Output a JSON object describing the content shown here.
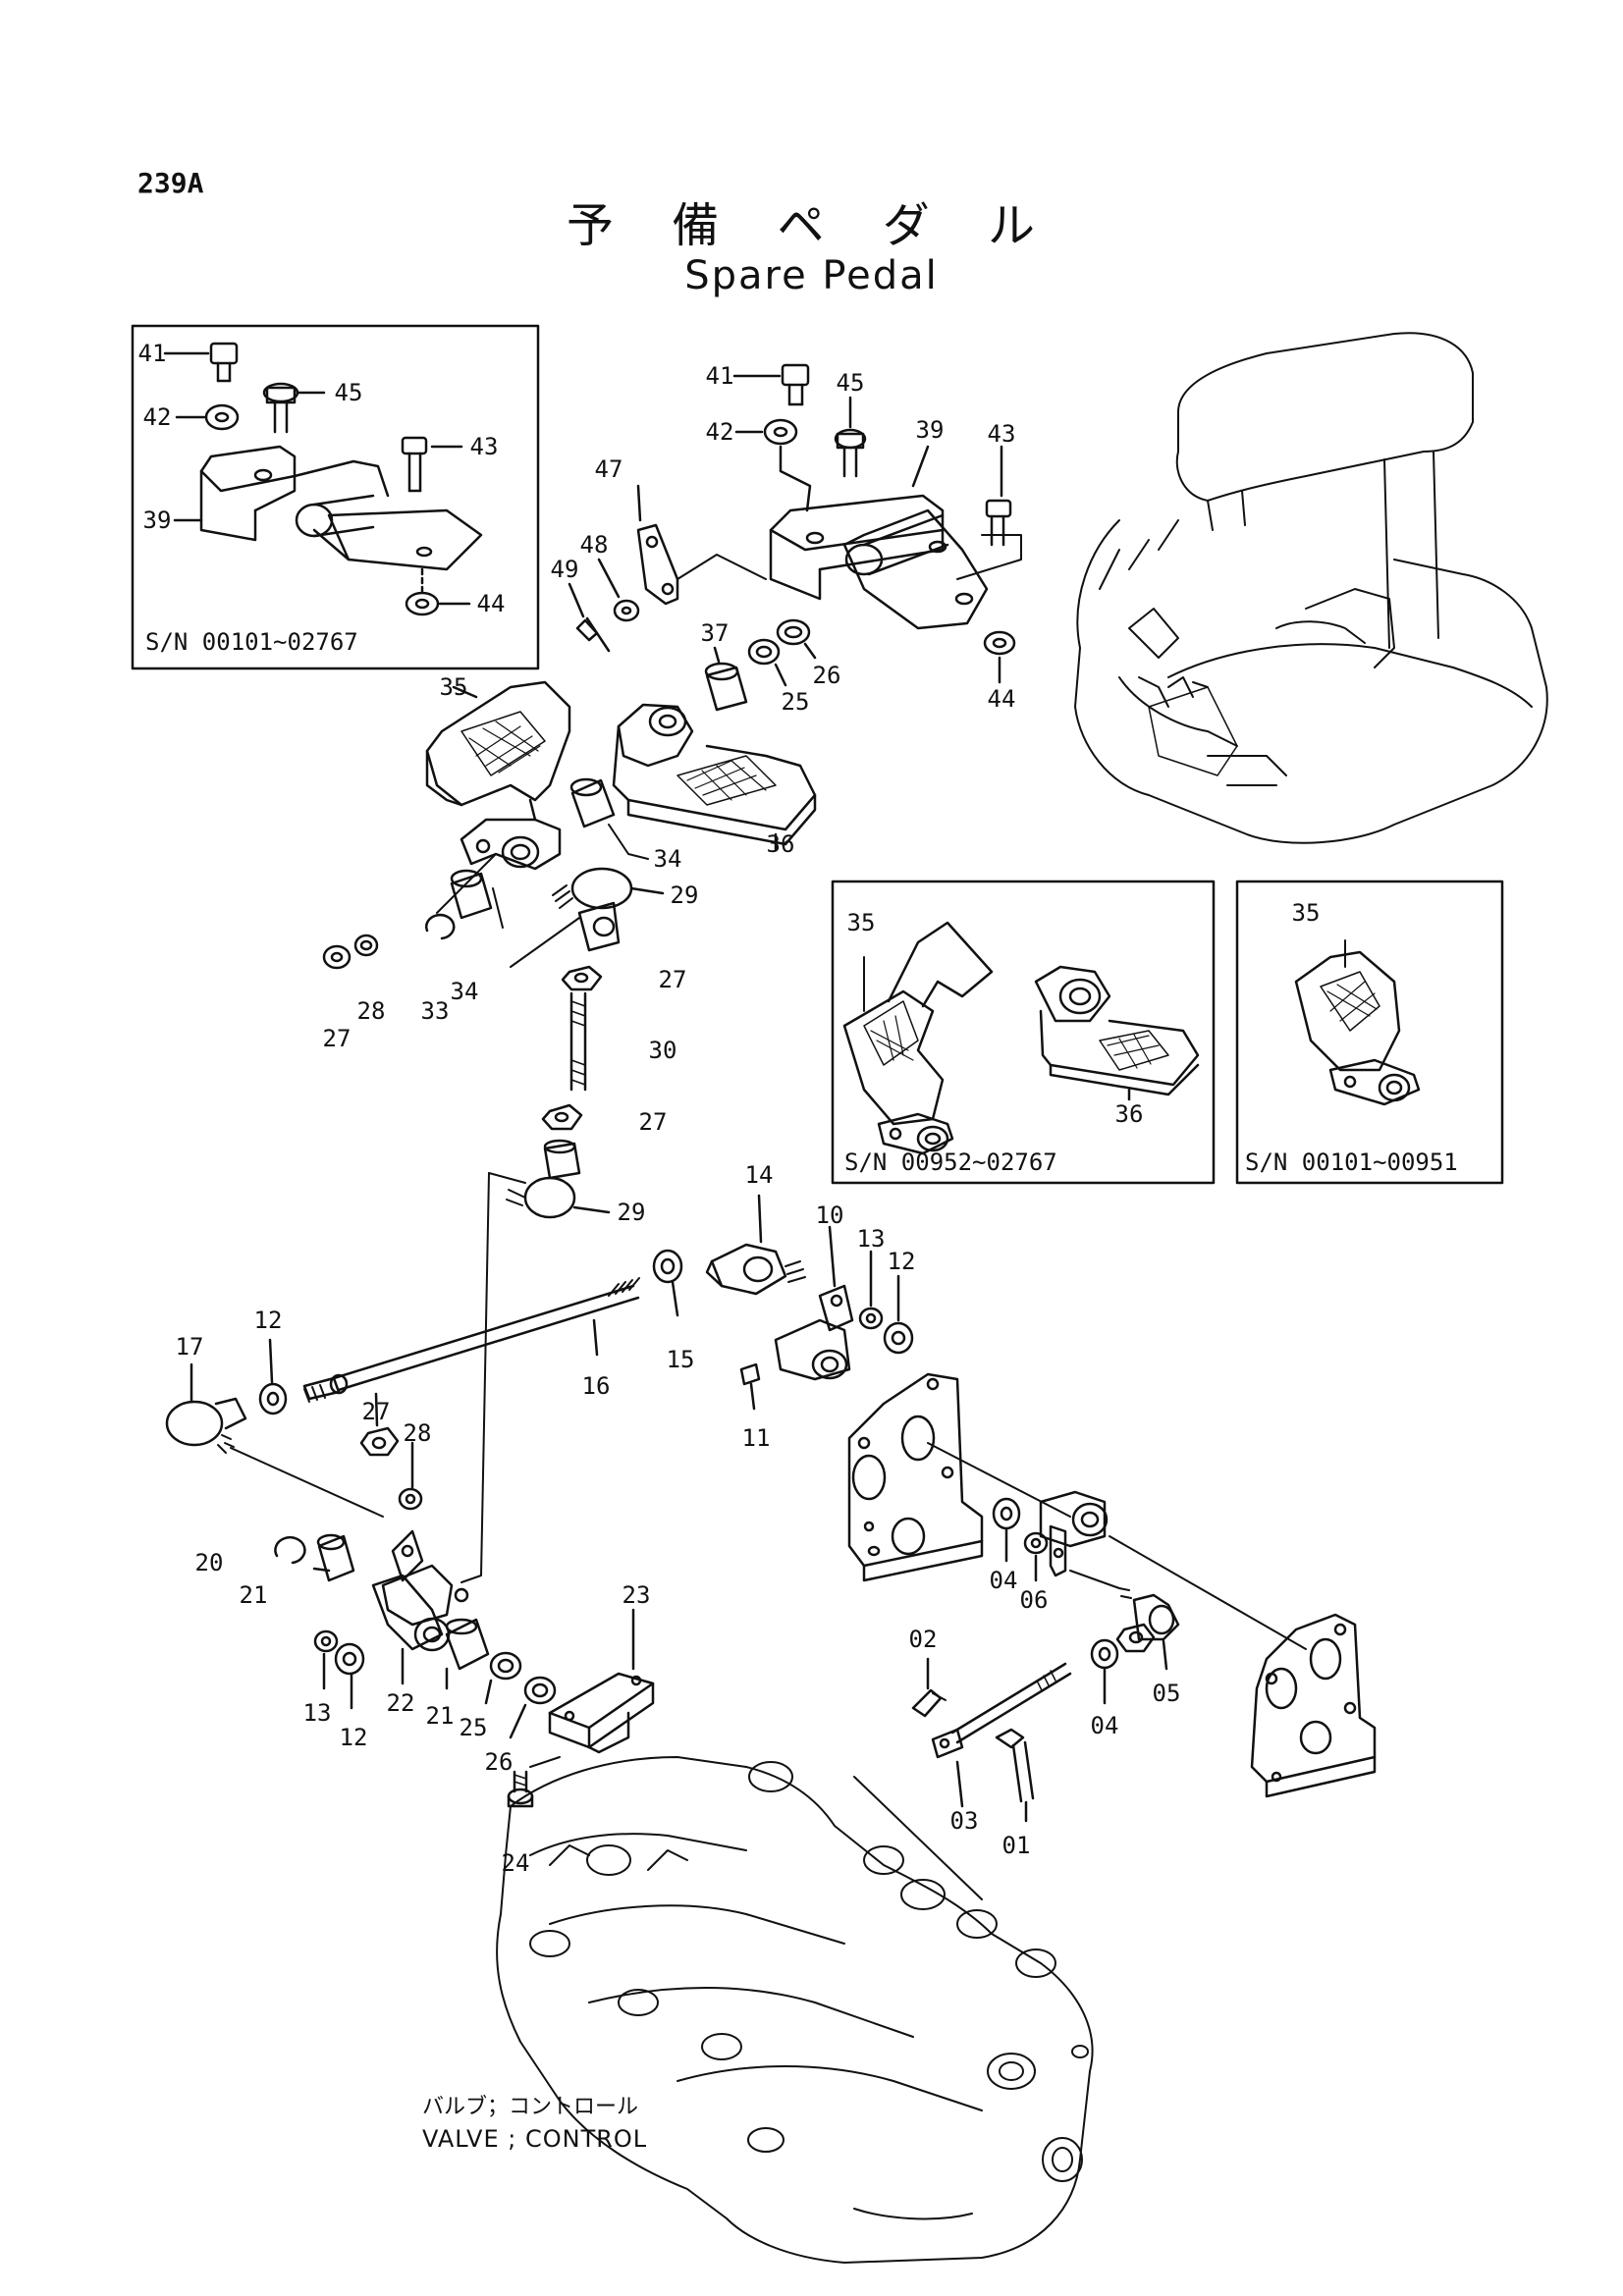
{
  "page_number": "239A",
  "title_ja": "予 備 ペ ダ ル",
  "title_en": "Spare Pedal",
  "insets": [
    {
      "caption": "S/N 00101~02767"
    },
    {
      "caption": "S/N 00952~02767"
    },
    {
      "caption": "S/N 00101~00951"
    }
  ],
  "valve_label_ja": "バルブ；コントロール",
  "valve_label_en": "VALVE ; CONTROL",
  "callouts": [
    {
      "label": "41"
    },
    {
      "label": "42"
    },
    {
      "label": "45"
    },
    {
      "label": "43"
    },
    {
      "label": "39"
    },
    {
      "label": "44"
    },
    {
      "label": "41"
    },
    {
      "label": "42"
    },
    {
      "label": "45"
    },
    {
      "label": "39"
    },
    {
      "label": "43"
    },
    {
      "label": "44"
    },
    {
      "label": "47"
    },
    {
      "label": "48"
    },
    {
      "label": "49"
    },
    {
      "label": "37"
    },
    {
      "label": "26"
    },
    {
      "label": "25"
    },
    {
      "label": "35"
    },
    {
      "label": "34"
    },
    {
      "label": "36"
    },
    {
      "label": "29"
    },
    {
      "label": "27"
    },
    {
      "label": "28"
    },
    {
      "label": "33"
    },
    {
      "label": "34"
    },
    {
      "label": "27"
    },
    {
      "label": "30"
    },
    {
      "label": "27"
    },
    {
      "label": "29"
    },
    {
      "label": "35"
    },
    {
      "label": "36"
    },
    {
      "label": "35"
    },
    {
      "label": "14"
    },
    {
      "label": "10"
    },
    {
      "label": "13"
    },
    {
      "label": "12"
    },
    {
      "label": "15"
    },
    {
      "label": "11"
    },
    {
      "label": "16"
    },
    {
      "label": "12"
    },
    {
      "label": "17"
    },
    {
      "label": "27"
    },
    {
      "label": "28"
    },
    {
      "label": "20"
    },
    {
      "label": "21"
    },
    {
      "label": "13"
    },
    {
      "label": "12"
    },
    {
      "label": "22"
    },
    {
      "label": "21"
    },
    {
      "label": "25"
    },
    {
      "label": "26"
    },
    {
      "label": "23"
    },
    {
      "label": "24"
    },
    {
      "label": "04"
    },
    {
      "label": "06"
    },
    {
      "label": "02"
    },
    {
      "label": "04"
    },
    {
      "label": "05"
    },
    {
      "label": "03"
    },
    {
      "label": "01"
    }
  ]
}
